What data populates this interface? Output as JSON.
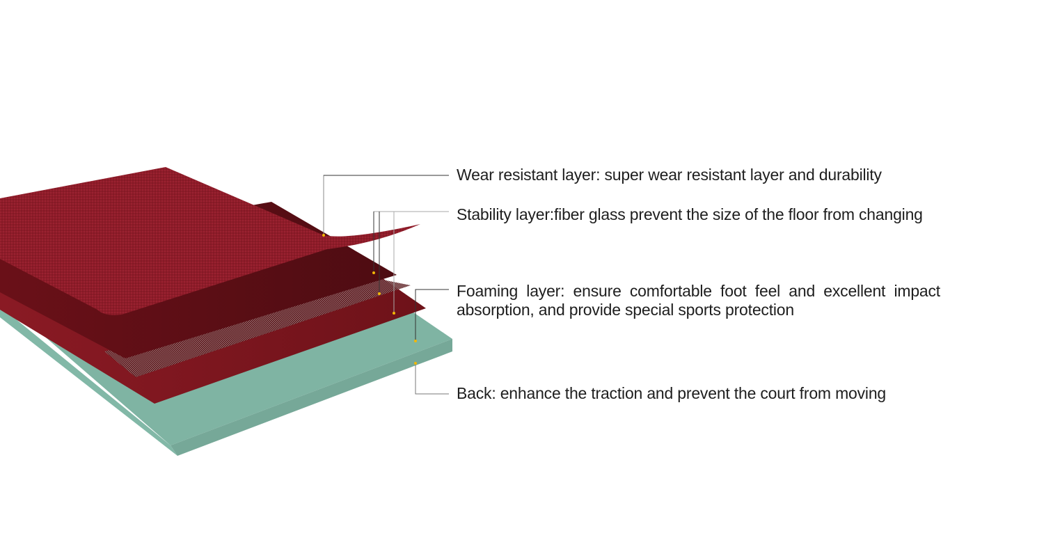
{
  "colors": {
    "sheet_red": "#8a1a26",
    "sheet_dark": "#6b1219",
    "base_green": "#78ad9c",
    "marker": "#f2b705",
    "leader": "#333333"
  },
  "layers": [
    {
      "id": "wear",
      "text": "Wear resistant layer: super wear resistant layer and durability"
    },
    {
      "id": "stability",
      "text": "Stability layer:fiber glass prevent the size of the floor from changing"
    },
    {
      "id": "foaming",
      "text": "Foaming layer: ensure comfortable foot feel and excellent impact absorption, and provide special sports protection"
    },
    {
      "id": "back",
      "text": "Back: enhance the traction and prevent the court from moving"
    }
  ]
}
